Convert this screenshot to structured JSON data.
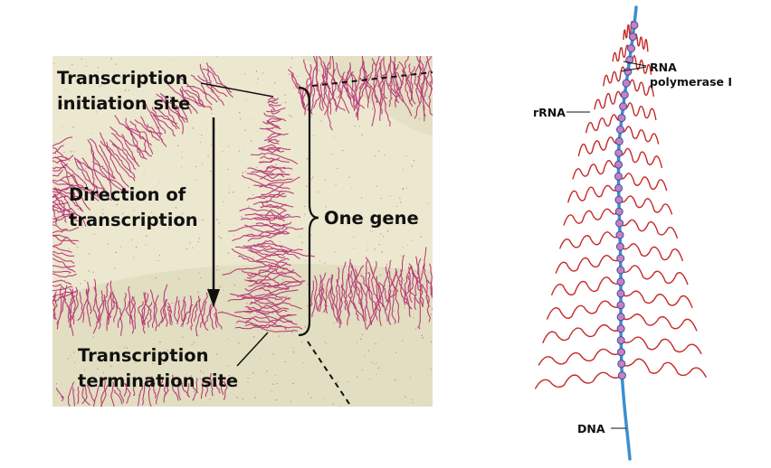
{
  "micrograph": {
    "labels": {
      "initiation_line1": "Transcription",
      "initiation_line2": "initiation site",
      "direction_line1": "Direction of",
      "direction_line2": "transcription",
      "one_gene": "One gene",
      "termination_line1": "Transcription",
      "termination_line2": "termination site"
    },
    "colors": {
      "background": "#ece8cf",
      "dark_band": "#d8d3b3",
      "fibrils": "#b0246c"
    }
  },
  "schematic": {
    "labels": {
      "rna_line1": "RNA",
      "rna_line2": "polymerase I",
      "rrna": "rRNA",
      "dna": "DNA"
    },
    "colors": {
      "dna": "#3b8fd0",
      "rrna": "#c62828",
      "polymerase_fill": "#c97fc0",
      "polymerase_stroke": "#3a4fa0"
    }
  }
}
